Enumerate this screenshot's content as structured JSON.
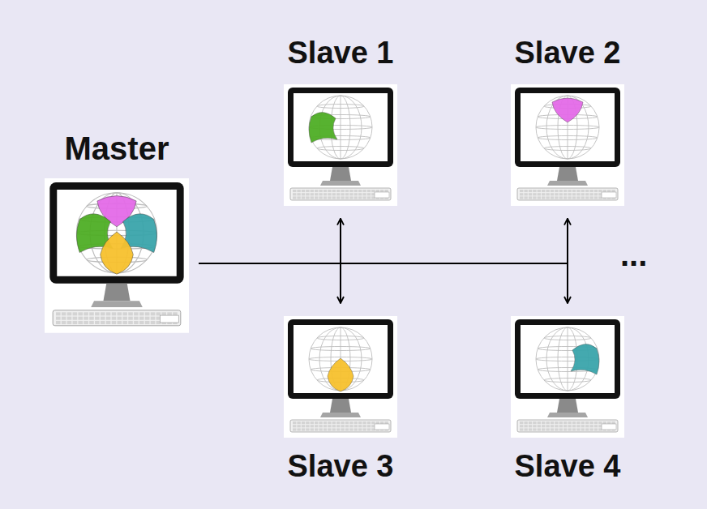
{
  "diagram": {
    "nodes": [
      {
        "text": [
          "Master"
        ]
      },
      {
        "text": [
          "Slave 1"
        ]
      },
      {
        "text": [
          "Slave 2"
        ]
      },
      {
        "text": [
          "Slave 3"
        ]
      },
      {
        "text": [
          "Slave 4"
        ]
      }
    ],
    "edges": [
      {
        "from": 0,
        "to": 1,
        "arrow": "to"
      },
      {
        "from": 0,
        "to": 2,
        "arrow": "to"
      },
      {
        "from": 0,
        "to": 3,
        "arrow": "to"
      },
      {
        "from": 0,
        "to": 4,
        "arrow": "to"
      }
    ],
    "labels": [
      "..."
    ]
  }
}
